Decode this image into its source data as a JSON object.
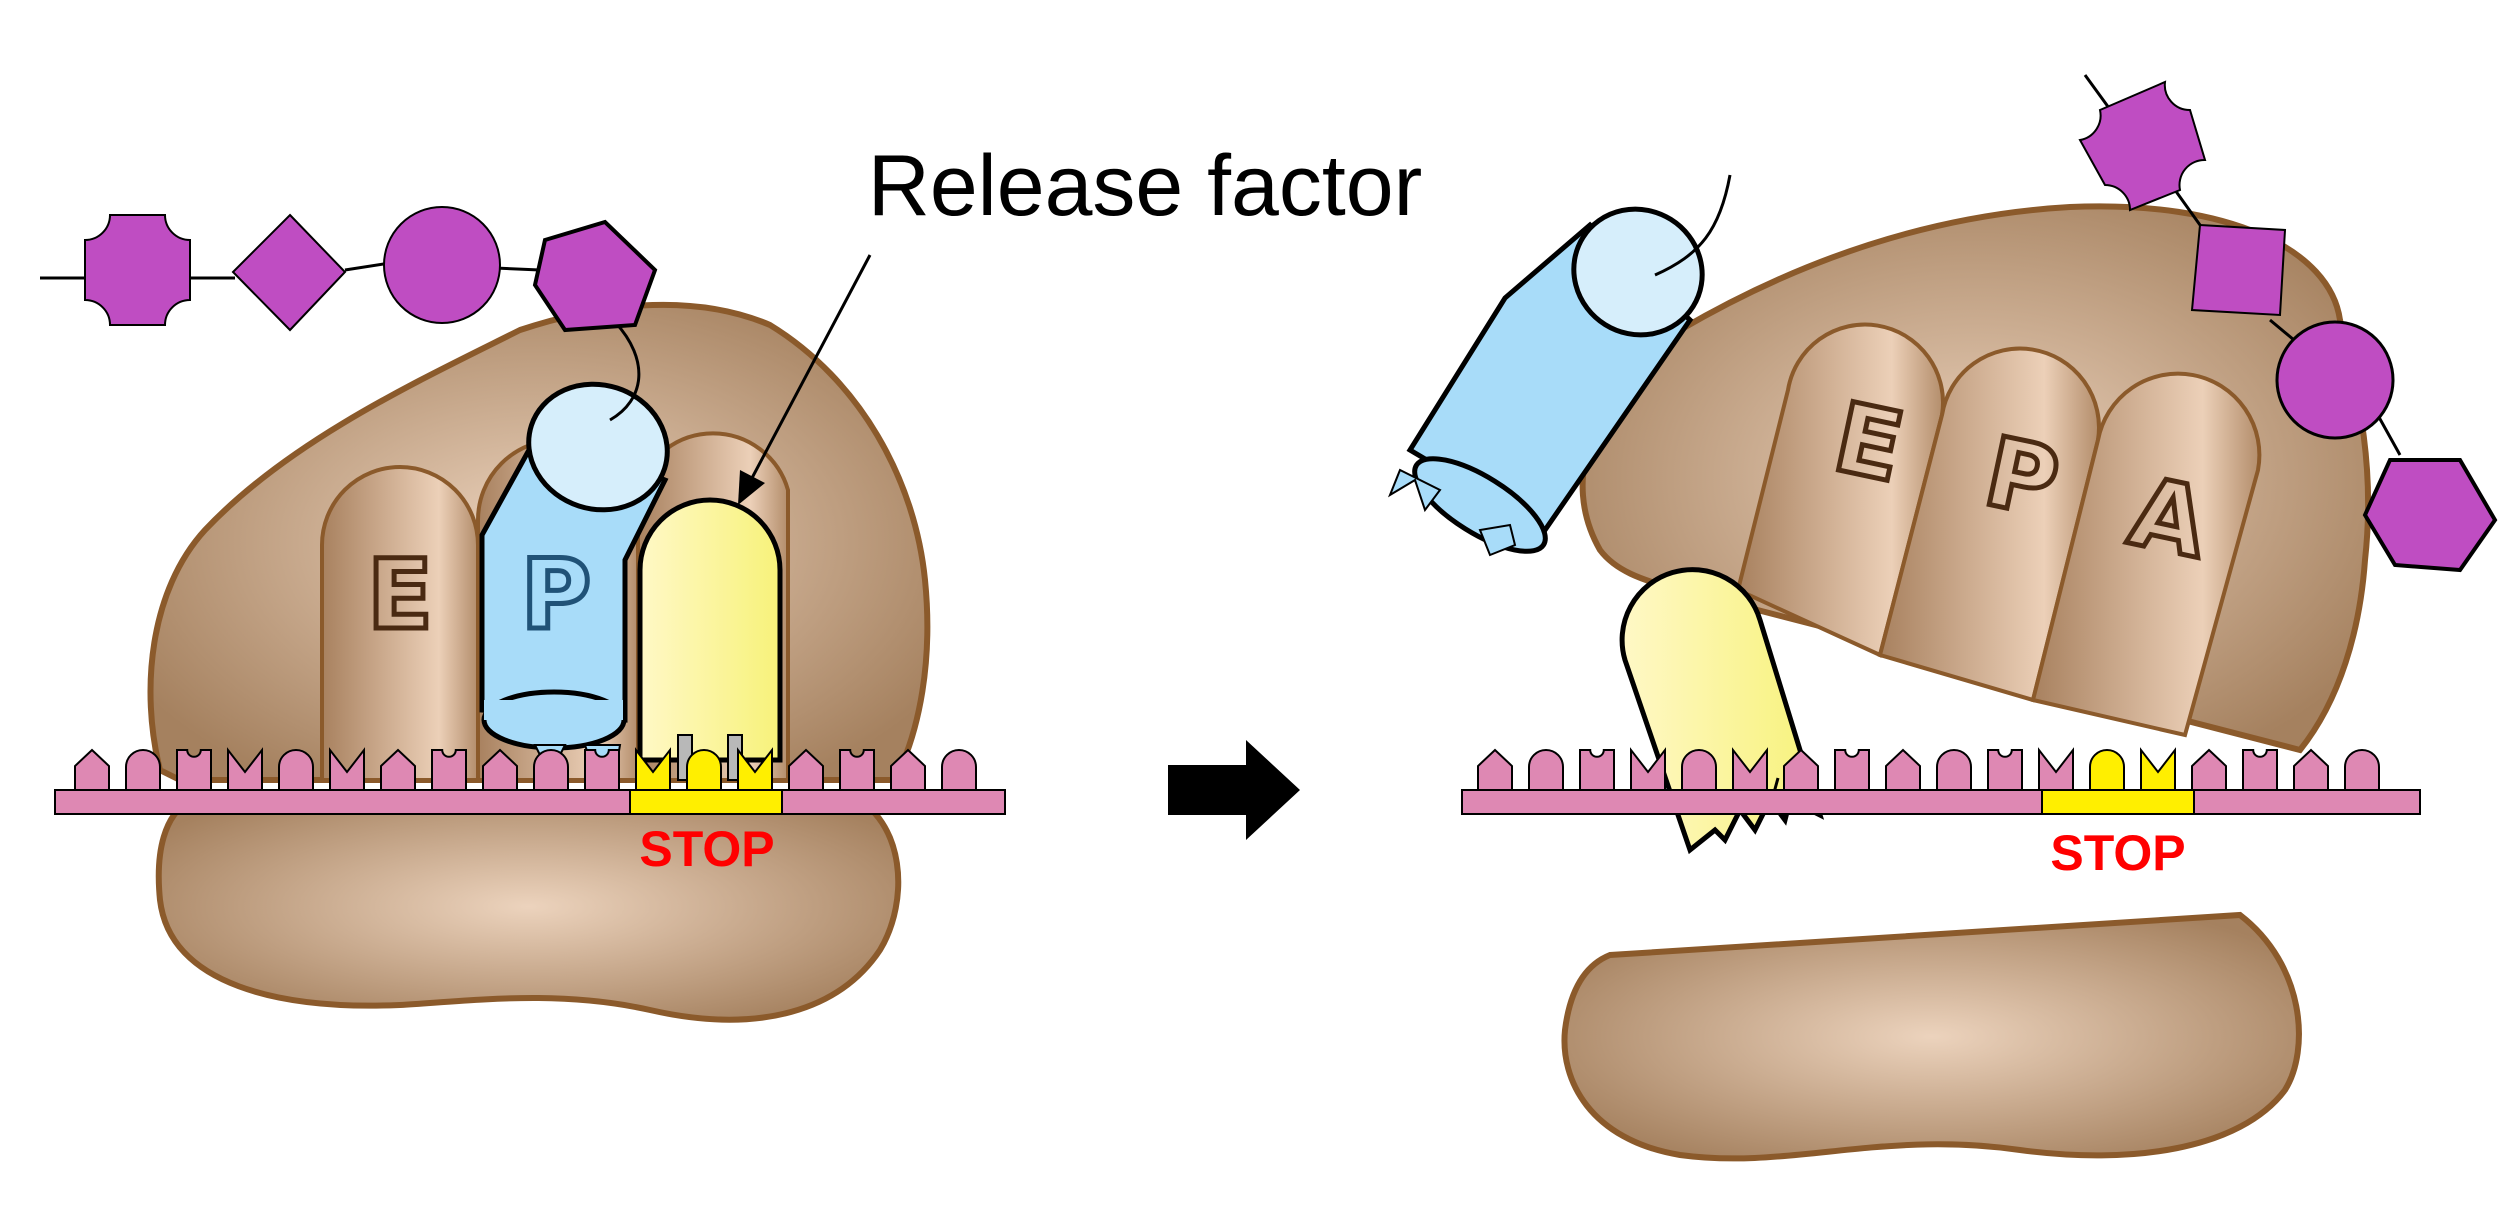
{
  "diagram": {
    "callout_label": "Release factor",
    "left_panel": {
      "sites": [
        "E",
        "P"
      ],
      "stop_label": "STOP"
    },
    "right_panel": {
      "sites": [
        "E",
        "P",
        "A"
      ],
      "stop_label": "STOP"
    }
  },
  "colors": {
    "ribosome_fill_light": "#ecd3bd",
    "ribosome_fill_dark": "#a5815f",
    "ribosome_outline": "#8b5a2b",
    "trna_blue": "#a8dcf9",
    "trna_blue_light": "#d6eefb",
    "release_factor_yellow": "#fbf89b",
    "mrna_pink": "#de88b3",
    "stop_codon_yellow": "#ffef00",
    "amino_acid_purple": "#bf4dc2",
    "stop_text_red": "#ff0000",
    "arrow_black": "#000000"
  }
}
